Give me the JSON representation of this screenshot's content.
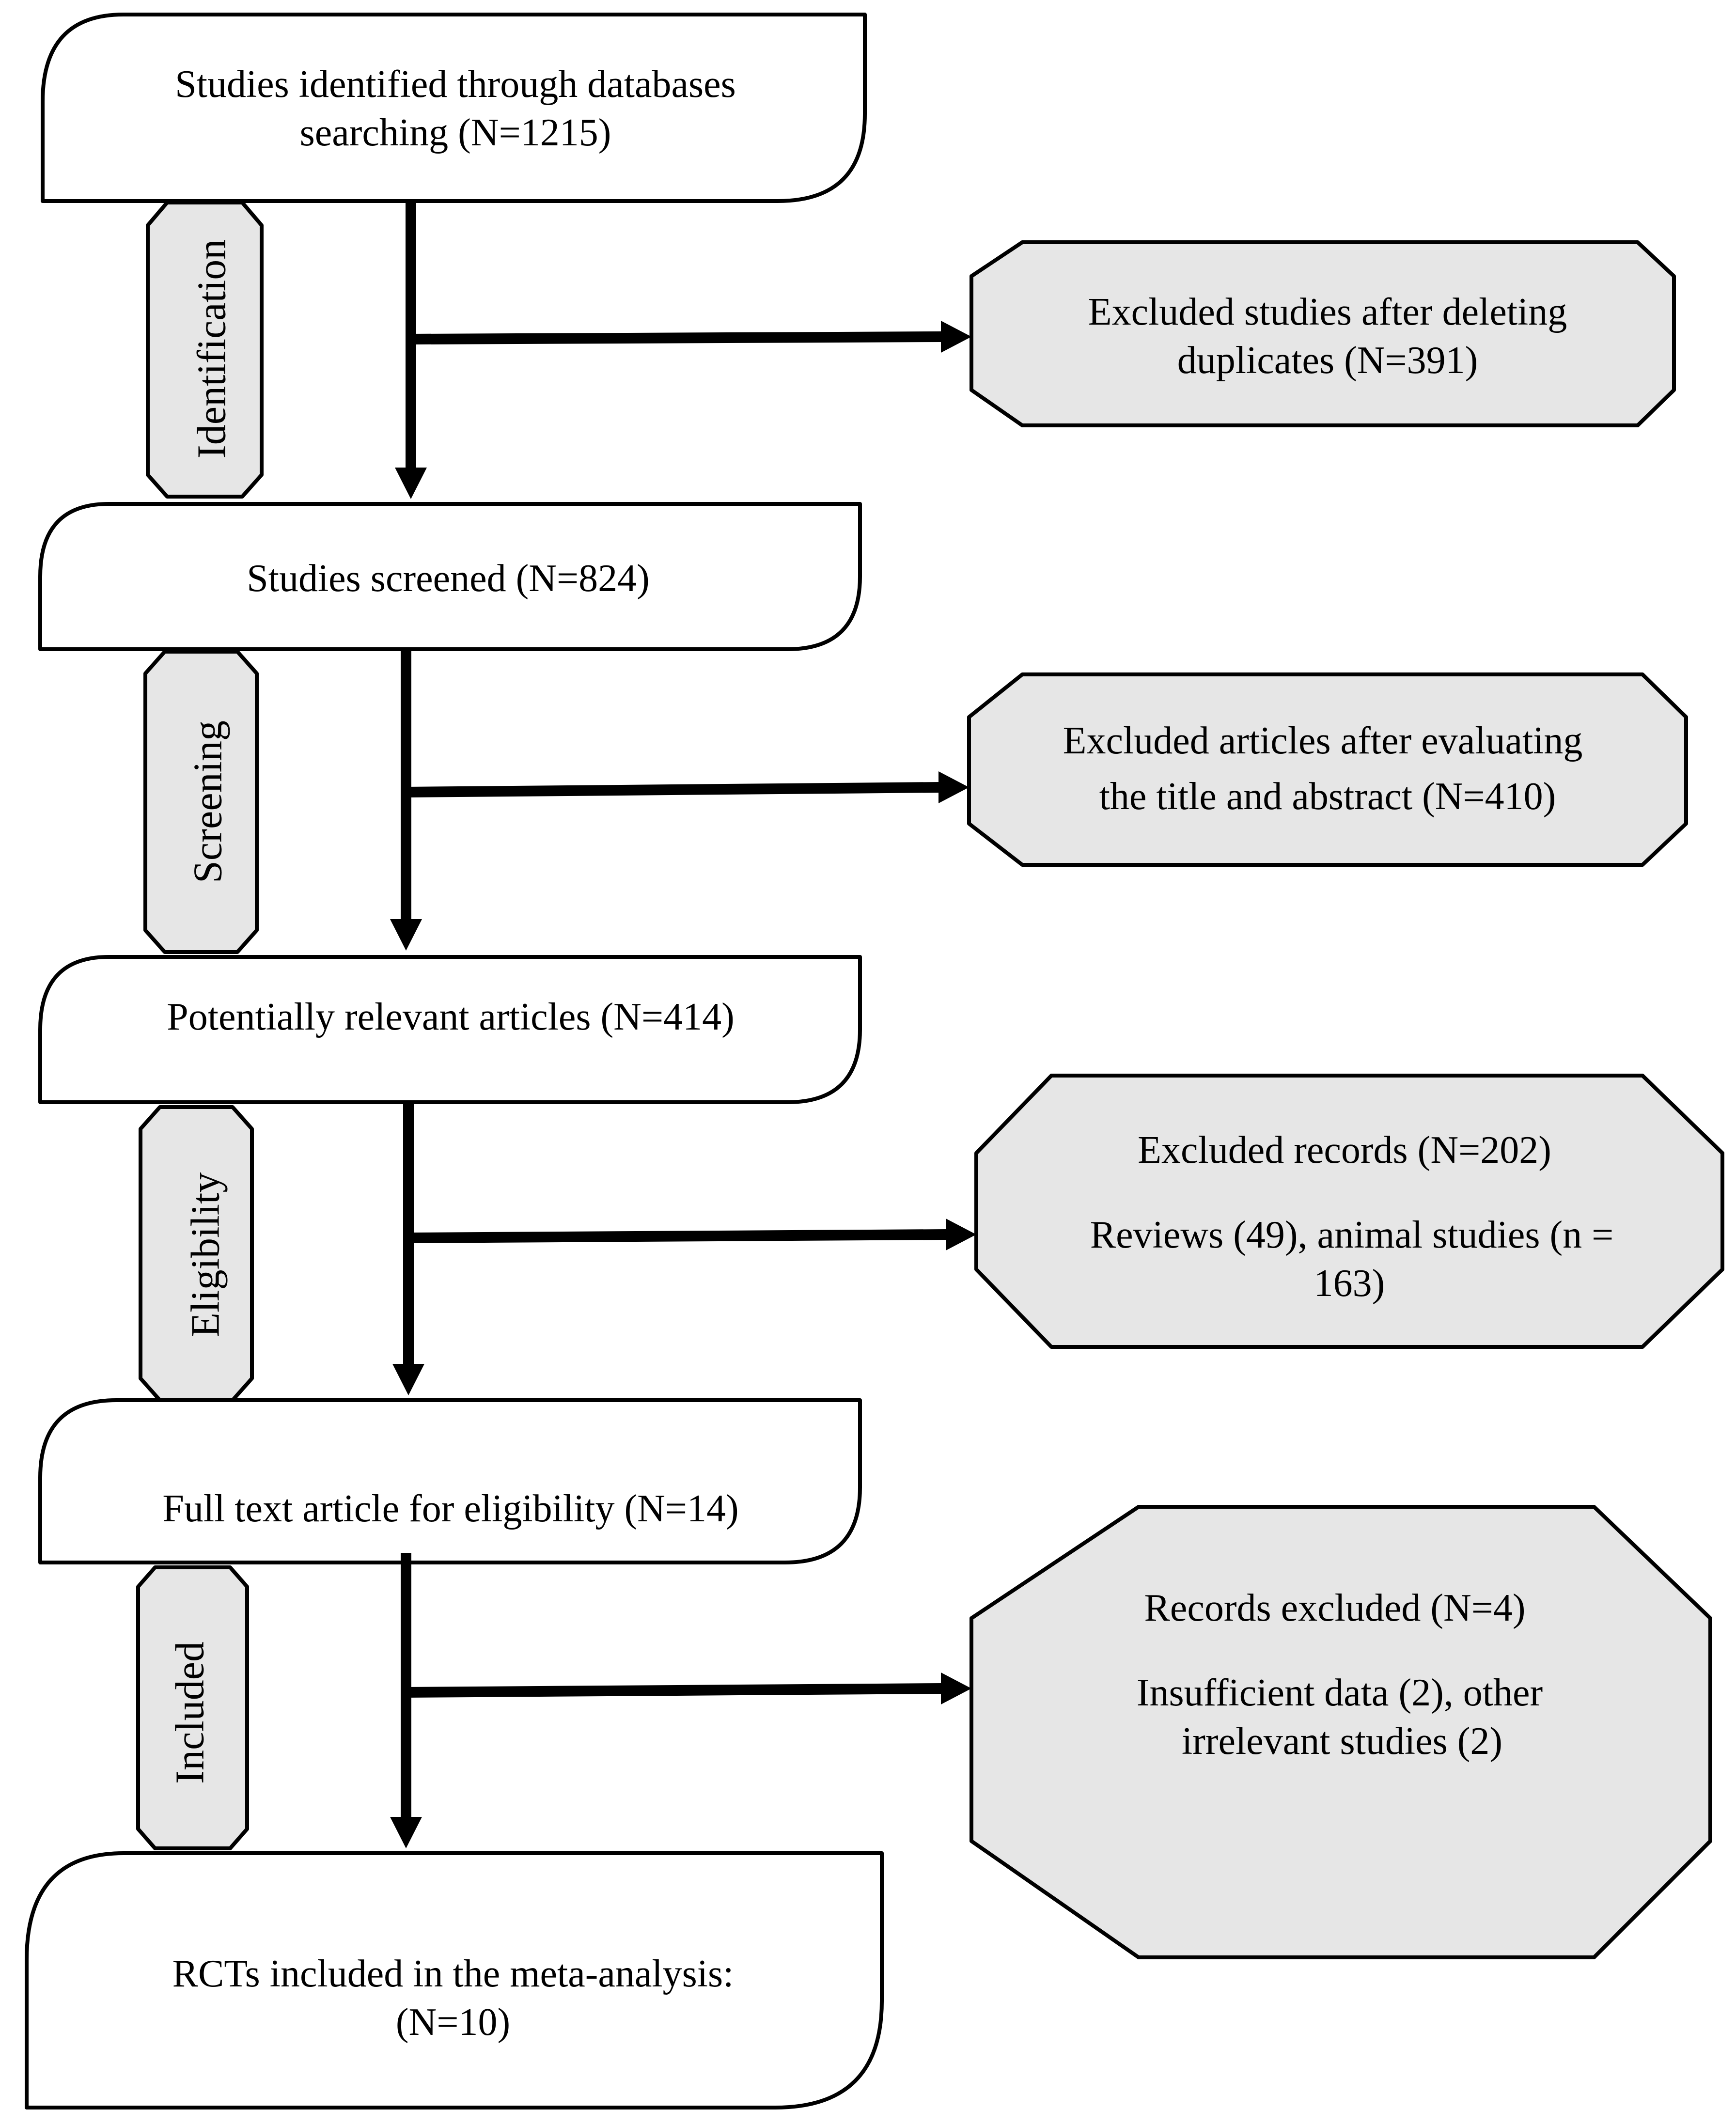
{
  "main_boxes": [
    {
      "lines": [
        "Studies identified through databases",
        "searching (N=1215)"
      ]
    },
    {
      "lines": [
        "Studies screened (N=824)"
      ]
    },
    {
      "lines": [
        "Potentially relevant articles (N=414)"
      ]
    },
    {
      "lines": [
        "Full text article for eligibility (N=14)"
      ]
    },
    {
      "lines": [
        "RCTs included in the meta-analysis:",
        "(N=10)"
      ]
    }
  ],
  "side_boxes": [
    {
      "lines": [
        "Excluded studies after deleting",
        "duplicates (N=391)"
      ]
    },
    {
      "lines": [
        "Excluded articles after evaluating",
        "the title and abstract (N=410)"
      ]
    },
    {
      "lines": [
        "Excluded records (N=202)",
        "Reviews (49), animal studies (n =",
        "163)"
      ]
    },
    {
      "lines": [
        "Records excluded (N=4)",
        "Insufficient data (2), other",
        "irrelevant studies (2)"
      ]
    }
  ],
  "stages": [
    "Identification",
    "Screening",
    "Eligibility",
    "Included"
  ],
  "colors": {
    "side_fill": "#e6e6e6",
    "stage_fill": "#e6e6e6",
    "line": "#000000"
  }
}
